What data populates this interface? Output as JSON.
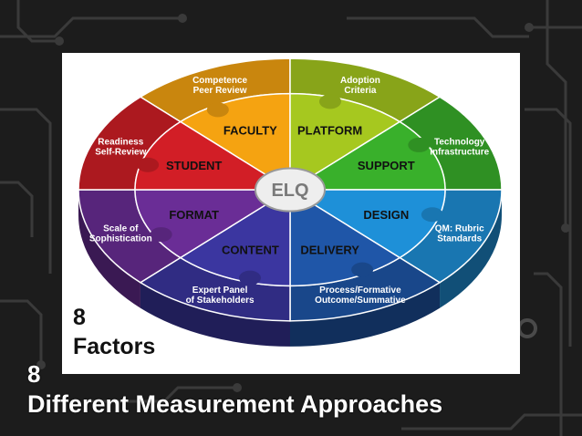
{
  "slide": {
    "overlay_number": "8",
    "overlay_label": "Factors",
    "footer_number": "8",
    "footer_title": "Different Measurement Approaches"
  },
  "wheel": {
    "center_label": "ELQ",
    "sectors": [
      {
        "label": "FACULTY",
        "color": "#f5a311"
      },
      {
        "label": "PLATFORM",
        "color": "#a6c81f"
      },
      {
        "label": "SUPPORT",
        "color": "#39b02b"
      },
      {
        "label": "DESIGN",
        "color": "#1e90d8"
      },
      {
        "label": "DELIVERY",
        "color": "#1f56a8"
      },
      {
        "label": "CONTENT",
        "color": "#3b36a0"
      },
      {
        "label": "FORMAT",
        "color": "#6a2d96"
      },
      {
        "label": "STUDENT",
        "color": "#d21e26"
      }
    ],
    "approaches": [
      {
        "line1": "Competence",
        "line2": "Peer Review"
      },
      {
        "line1": "Adoption",
        "line2": "Criteria"
      },
      {
        "line1": "Technology",
        "line2": "Infrastructure"
      },
      {
        "line1": "QM: Rubric",
        "line2": "Standards"
      },
      {
        "line1": "Process/Formative",
        "line2": "Outcome/Summative"
      },
      {
        "line1": "Expert Panel",
        "line2": "of Stakeholders"
      },
      {
        "line1": "Scale of",
        "line2": "Sophistication"
      },
      {
        "line1": "Readiness",
        "line2": "Self-Review"
      }
    ]
  }
}
